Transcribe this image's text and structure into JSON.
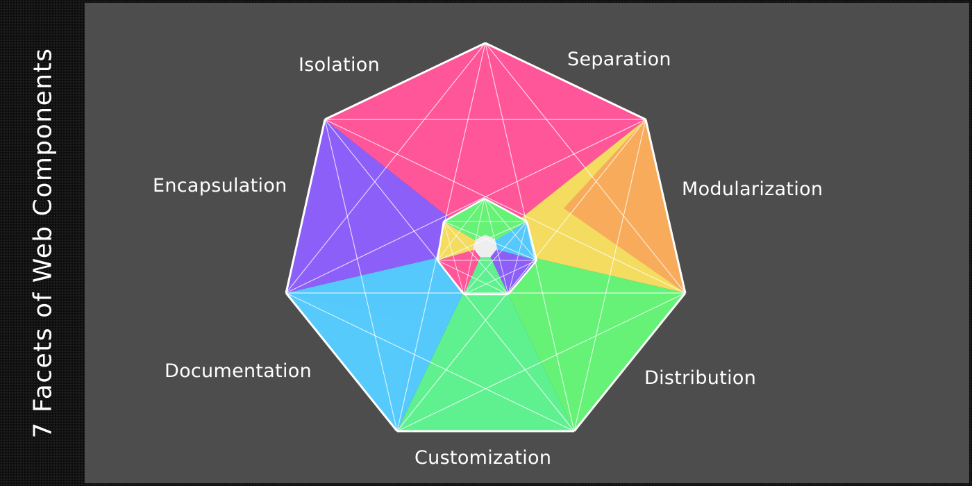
{
  "title": "7 Facets of Web Components",
  "facets": [
    {
      "label": "Isolation",
      "color": "#ff5599"
    },
    {
      "label": "Separation",
      "color": "#ff5599"
    },
    {
      "label": "Modularization",
      "color": "#f3dc5f"
    },
    {
      "label": "Distribution",
      "color": "#66f277"
    },
    {
      "label": "Customization",
      "color": "#5ff08f"
    },
    {
      "label": "Documentation",
      "color": "#55c9fb"
    },
    {
      "label": "Encapsulation",
      "color": "#8c5ff8"
    }
  ],
  "colors": {
    "pink": "#ff5599",
    "yellow": "#f3dc5f",
    "green": "#66f277",
    "mint": "#5ff08f",
    "blue": "#55c9fb",
    "purple": "#8c5ff8",
    "orange": "#f7a25a",
    "panel": "#4d4d4d",
    "stroke": "#ffffff"
  }
}
